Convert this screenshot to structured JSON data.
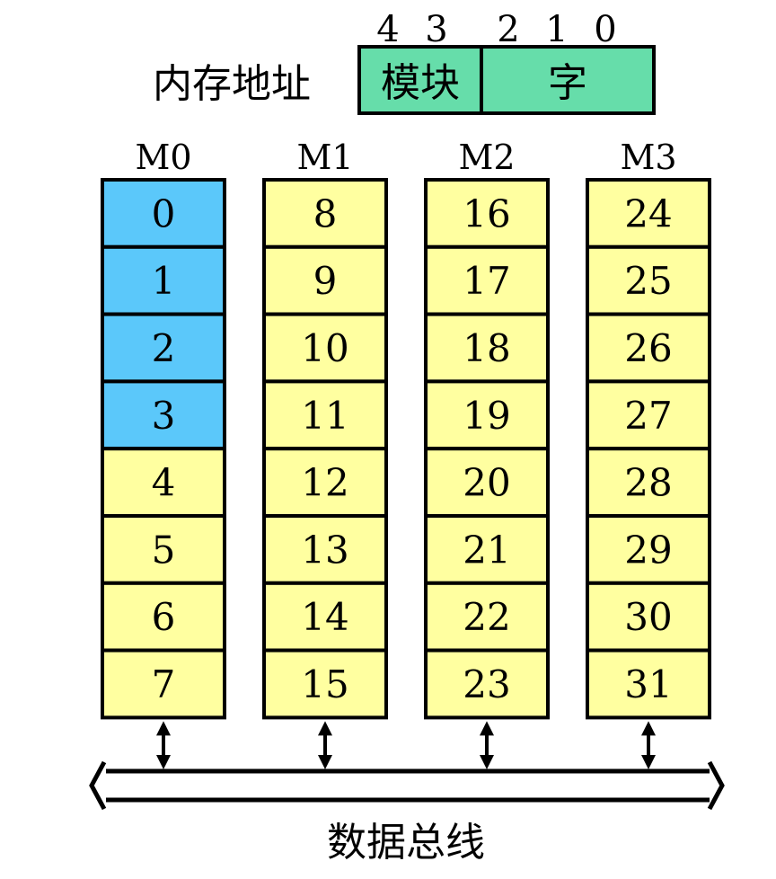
{
  "address": {
    "label": "内存地址",
    "bits": [
      "4",
      "3",
      "2",
      "1",
      "0"
    ],
    "fields": [
      {
        "label": "模块"
      },
      {
        "label": "字"
      }
    ]
  },
  "modules": [
    {
      "name": "M0",
      "cells": [
        "0",
        "1",
        "2",
        "3",
        "4",
        "5",
        "6",
        "7"
      ]
    },
    {
      "name": "M1",
      "cells": [
        "8",
        "9",
        "10",
        "11",
        "12",
        "13",
        "14",
        "15"
      ]
    },
    {
      "name": "M2",
      "cells": [
        "16",
        "17",
        "18",
        "19",
        "20",
        "21",
        "22",
        "23"
      ]
    },
    {
      "name": "M3",
      "cells": [
        "24",
        "25",
        "26",
        "27",
        "28",
        "29",
        "30",
        "31"
      ]
    }
  ],
  "highlighted_cells": [
    "0",
    "1",
    "2",
    "3"
  ],
  "bus": {
    "label": "数据总线"
  },
  "colors": {
    "highlight": "#5BC8FA",
    "cell": "#FFFFA0",
    "field": "#66DDAA",
    "stroke": "#000000"
  }
}
